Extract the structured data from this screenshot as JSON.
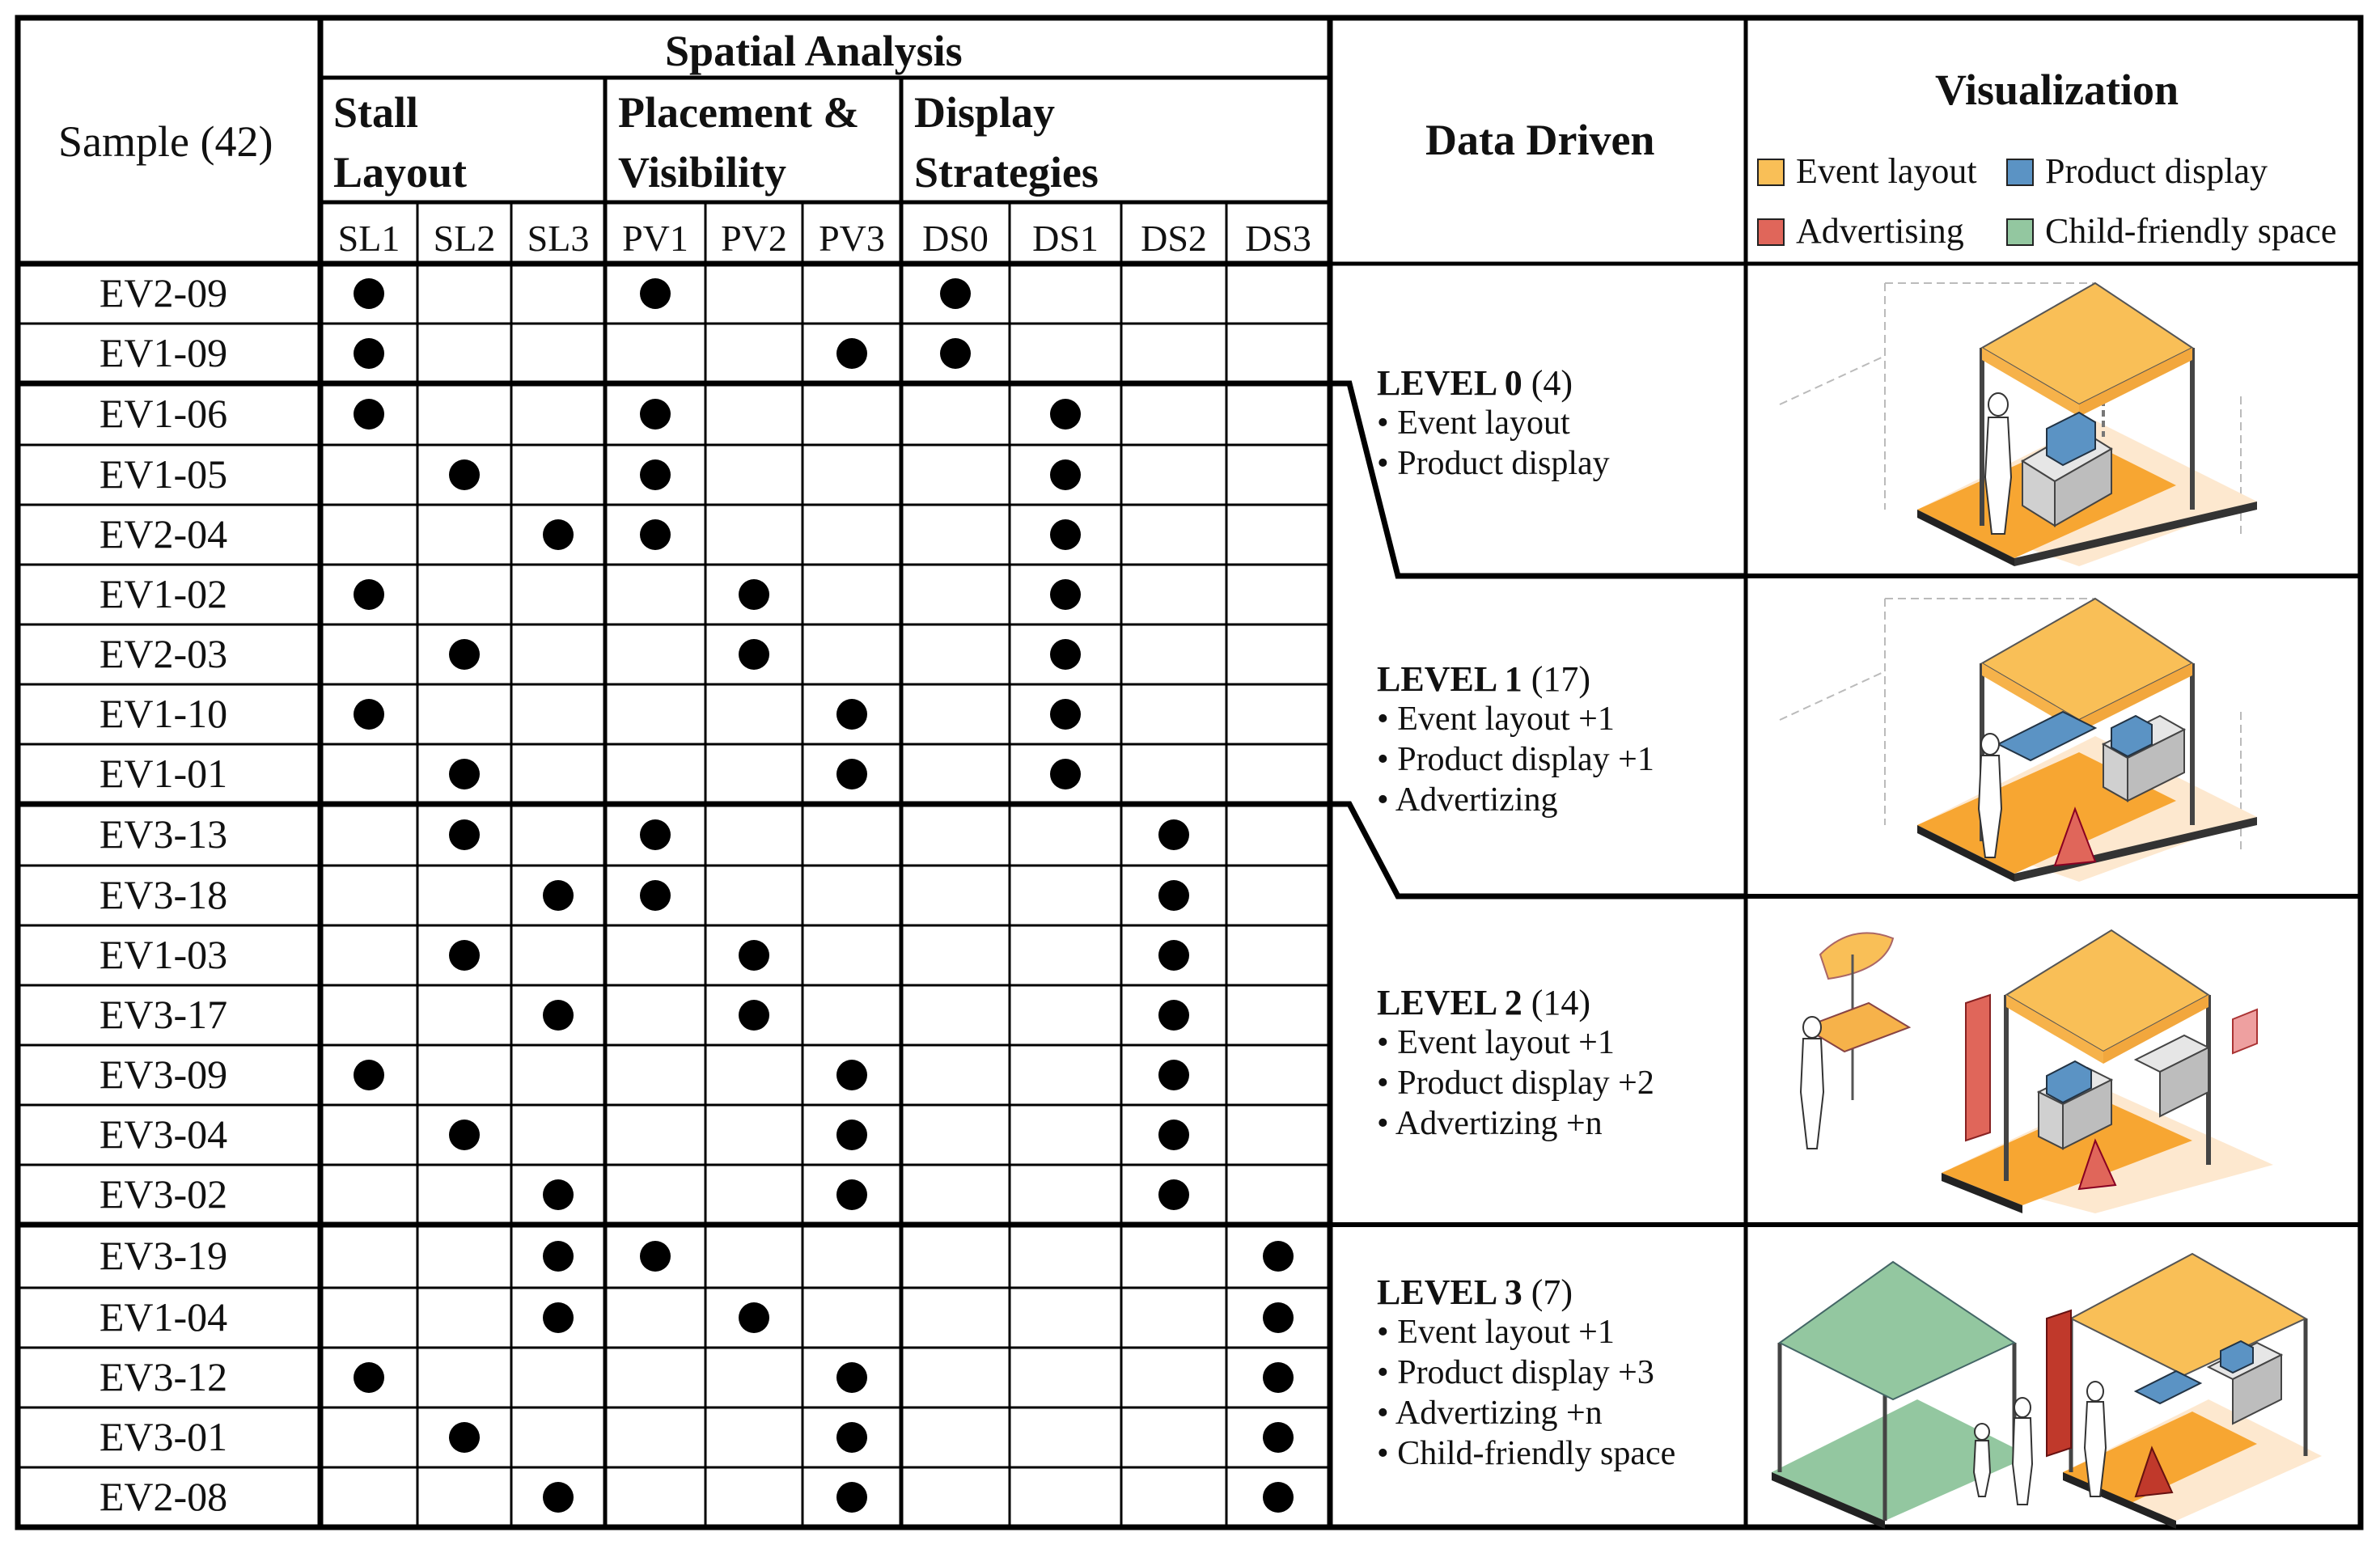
{
  "header": {
    "sample": "Sample (42)",
    "spatial_analysis": "Spatial Analysis",
    "groups": [
      {
        "line1": "Stall",
        "line2": "Layout"
      },
      {
        "line1": "Placement &",
        "line2": "Visibility"
      },
      {
        "line1": "Display",
        "line2": "Strategies"
      }
    ],
    "columns": [
      "SL1",
      "SL2",
      "SL3",
      "PV1",
      "PV2",
      "PV3",
      "DS0",
      "DS1",
      "DS2",
      "DS3"
    ],
    "data_driven": "Data Driven",
    "visualization": "Visualization"
  },
  "legend": [
    {
      "label": "Event layout",
      "color": "#f9bf57"
    },
    {
      "label": "Product display",
      "color": "#5b93c4"
    },
    {
      "label": "Advertising",
      "color": "#e0665a"
    },
    {
      "label": "Child-friendly space",
      "color": "#93c7a0"
    }
  ],
  "rows": [
    {
      "id": "EV2-09",
      "marks": [
        0,
        3,
        6
      ]
    },
    {
      "id": "EV1-09",
      "marks": [
        0,
        5,
        6
      ]
    },
    {
      "id": "EV1-06",
      "marks": [
        0,
        3,
        7
      ]
    },
    {
      "id": "EV1-05",
      "marks": [
        1,
        3,
        7
      ]
    },
    {
      "id": "EV2-04",
      "marks": [
        2,
        3,
        7
      ]
    },
    {
      "id": "EV1-02",
      "marks": [
        0,
        4,
        7
      ]
    },
    {
      "id": "EV2-03",
      "marks": [
        1,
        4,
        7
      ]
    },
    {
      "id": "EV1-10",
      "marks": [
        0,
        5,
        7
      ]
    },
    {
      "id": "EV1-01",
      "marks": [
        1,
        5,
        7
      ]
    },
    {
      "id": "EV3-13",
      "marks": [
        1,
        3,
        8
      ]
    },
    {
      "id": "EV3-18",
      "marks": [
        2,
        3,
        8
      ]
    },
    {
      "id": "EV1-03",
      "marks": [
        1,
        4,
        8
      ]
    },
    {
      "id": "EV3-17",
      "marks": [
        2,
        4,
        8
      ]
    },
    {
      "id": "EV3-09",
      "marks": [
        0,
        5,
        8
      ]
    },
    {
      "id": "EV3-04",
      "marks": [
        1,
        5,
        8
      ]
    },
    {
      "id": "EV3-02",
      "marks": [
        2,
        5,
        8
      ]
    },
    {
      "id": "EV3-19",
      "marks": [
        2,
        3,
        9
      ]
    },
    {
      "id": "EV1-04",
      "marks": [
        2,
        4,
        9
      ]
    },
    {
      "id": "EV3-12",
      "marks": [
        0,
        5,
        9
      ]
    },
    {
      "id": "EV3-01",
      "marks": [
        1,
        5,
        9
      ]
    },
    {
      "id": "EV2-08",
      "marks": [
        2,
        5,
        9
      ]
    }
  ],
  "levels": [
    {
      "title": "LEVEL 0",
      "count": "(4)",
      "bullets": [
        "• Event layout",
        "• Product display"
      ]
    },
    {
      "title": "LEVEL 1",
      "count": " (17)",
      "bullets": [
        "• Event layout +1",
        "• Product display +1",
        "• Advertizing"
      ]
    },
    {
      "title": "LEVEL 2",
      "count": " (14)",
      "bullets": [
        "• Event layout +1",
        "• Product display +2",
        "• Advertizing +n"
      ]
    },
    {
      "title": "LEVEL 3",
      "count": "(7)",
      "bullets": [
        "• Event layout +1",
        "• Product display +3",
        "• Advertizing +n",
        "• Child-friendly space"
      ]
    }
  ]
}
